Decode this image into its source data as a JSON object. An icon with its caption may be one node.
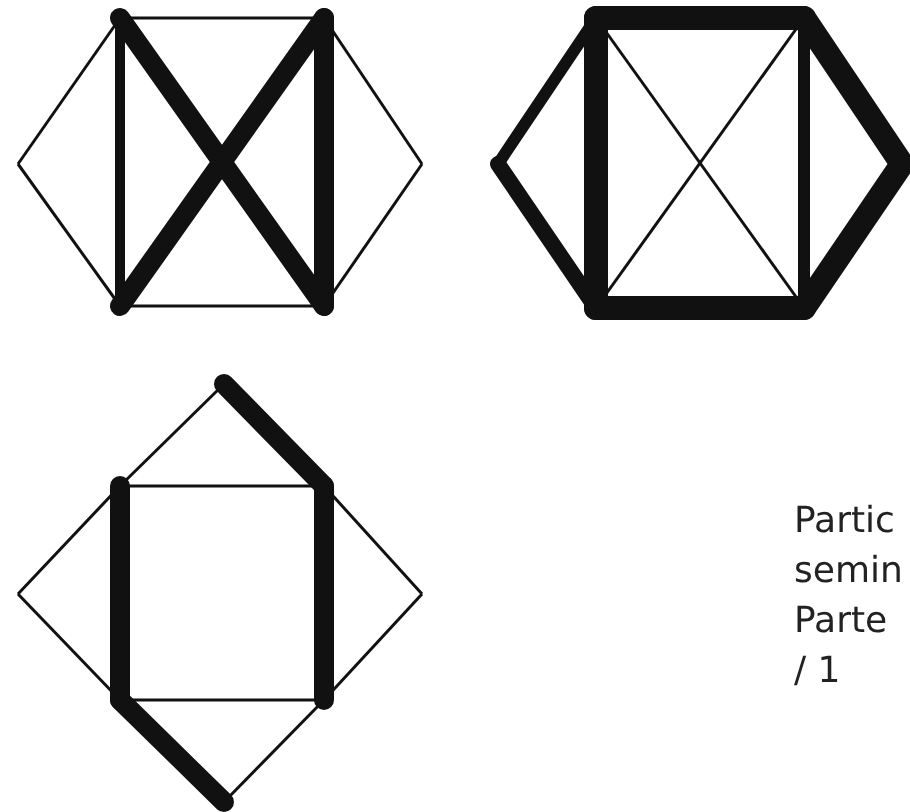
{
  "diagram": {
    "labels": [
      "Partic",
      "semin",
      "Parte",
      "/ 1"
    ]
  }
}
